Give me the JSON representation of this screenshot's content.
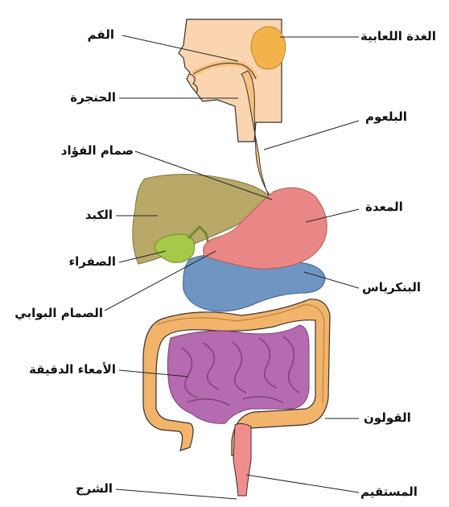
{
  "diagram": {
    "labels": {
      "mouth": "الفم",
      "salivary_gland": "الغدة اللعابية",
      "larynx": "الحنجرة",
      "pharynx": "البلعوم",
      "cardiac_sphincter": "صمام الفؤاد",
      "liver": "الكبد",
      "stomach": "المعدة",
      "gallbladder": "الصفراء",
      "pyloric_sphincter": "الصمام البوابي",
      "pancreas": "البنكرياس",
      "small_intestine": "الأمعاء الدقيقة",
      "colon": "القولون",
      "anus": "الشرج",
      "rectum": "المستقيم"
    },
    "colors": {
      "head": "#FAD5B0",
      "salivary_gland": "#F4B24A",
      "esophagus": "#F7C27E",
      "liver": "#B9A969",
      "gallbladder": "#A8C84A",
      "stomach": "#E98787",
      "pancreas": "#6F96C2",
      "small_intestine": "#B56BB0",
      "colon": "#F2B36A",
      "rectum": "#F08E8E"
    }
  }
}
